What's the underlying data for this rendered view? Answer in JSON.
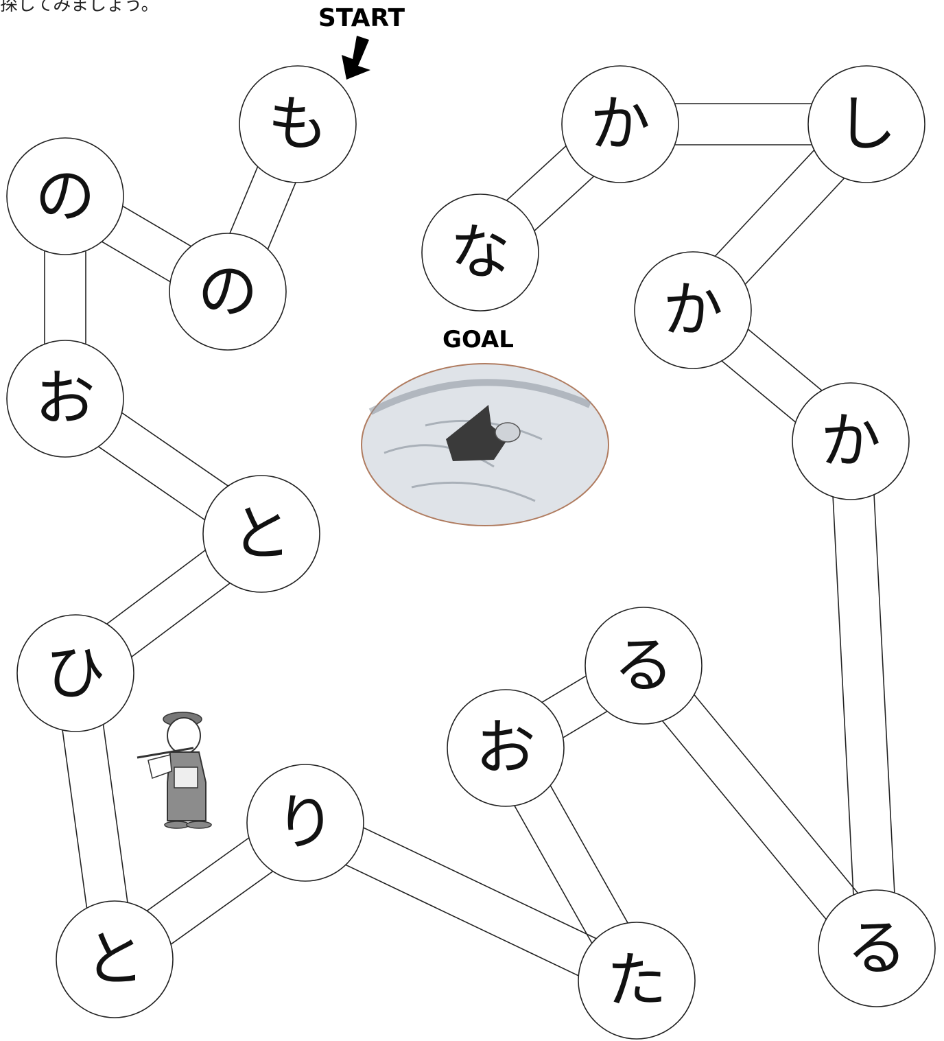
{
  "intro_text": "探してみましょう。",
  "start_label": "START",
  "goal_label": "GOAL",
  "nodes": [
    {
      "id": "mo1",
      "kana": "も"
    },
    {
      "id": "no1",
      "kana": "の"
    },
    {
      "id": "no2",
      "kana": "の"
    },
    {
      "id": "o1",
      "kana": "お"
    },
    {
      "id": "to1",
      "kana": "と"
    },
    {
      "id": "hi1",
      "kana": "ひ"
    },
    {
      "id": "to2",
      "kana": "と"
    },
    {
      "id": "ri1",
      "kana": "り"
    },
    {
      "id": "ta1",
      "kana": "た"
    },
    {
      "id": "o2",
      "kana": "お"
    },
    {
      "id": "ru1",
      "kana": "る"
    },
    {
      "id": "ru2",
      "kana": "る"
    },
    {
      "id": "ka1",
      "kana": "か"
    },
    {
      "id": "ka2",
      "kana": "か"
    },
    {
      "id": "shi1",
      "kana": "し"
    },
    {
      "id": "ka3",
      "kana": "か"
    },
    {
      "id": "na1",
      "kana": "な"
    }
  ],
  "paths": [
    [
      "mo1",
      "no2"
    ],
    [
      "no2",
      "no1"
    ],
    [
      "no1",
      "o1"
    ],
    [
      "o1",
      "to1"
    ],
    [
      "to1",
      "hi1"
    ],
    [
      "hi1",
      "to2"
    ],
    [
      "to2",
      "ri1"
    ],
    [
      "ri1",
      "ta1"
    ],
    [
      "ta1",
      "o2"
    ],
    [
      "o2",
      "ru1"
    ],
    [
      "ru1",
      "ru2"
    ],
    [
      "ru2",
      "ka1"
    ],
    [
      "ka1",
      "ka2"
    ],
    [
      "ka2",
      "shi1"
    ],
    [
      "shi1",
      "ka3"
    ],
    [
      "ka3",
      "na1"
    ]
  ],
  "colors": {
    "line": "#222222",
    "arrow": "#000000",
    "nest": "#d8dde3"
  },
  "icons": {
    "start_arrow": "arrow-down-icon",
    "character": "flute-player-icon",
    "goal_picture": "bird-nest-icon"
  }
}
